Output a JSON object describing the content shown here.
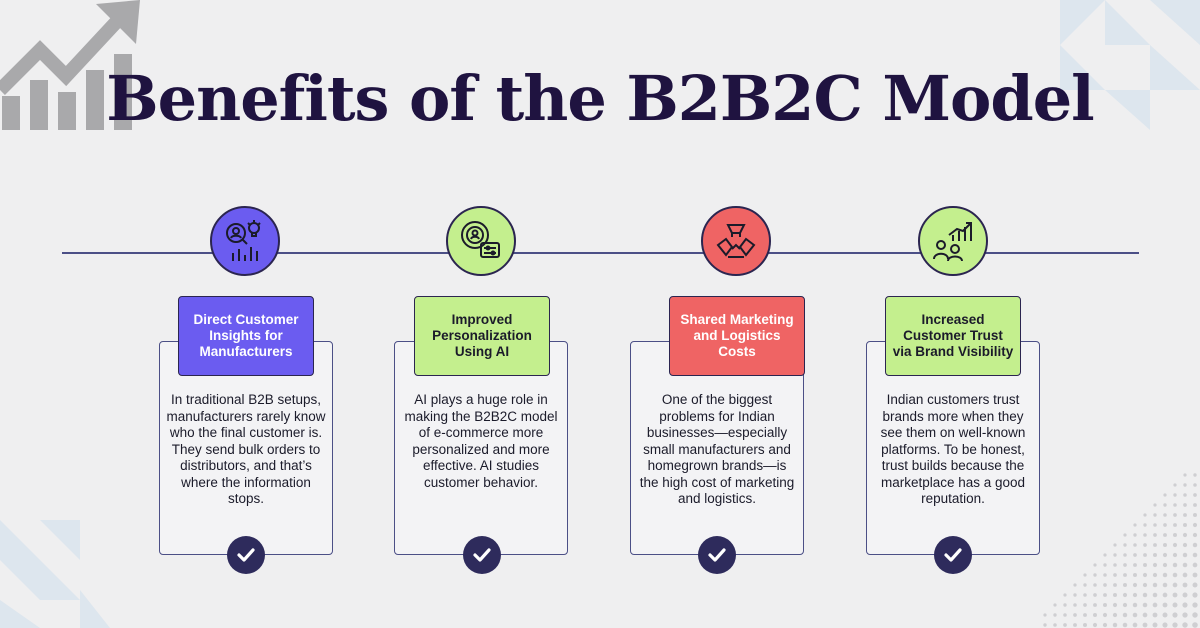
{
  "title": "Benefits of the B2B2C Model",
  "colors": {
    "title": "#1f1340",
    "line": "#4b4f86",
    "purple": "#6b5cf0",
    "green": "#c4ef8e",
    "red": "#ef6464",
    "check": "#2e2b5c"
  },
  "benefits": [
    {
      "label": "Direct Customer Insights for Manufacturers",
      "text": "In traditional B2B setups, manufacturers rarely know who the final customer is. They send bulk orders to distributors, and that’s where the information stops.",
      "icon": "customer-insights-icon",
      "color": "#6b5cf0",
      "label_text_color": "#ffffff"
    },
    {
      "label": "Improved Personalization Using AI",
      "text": "AI plays a huge role in making the B2B2C model of e-commerce more personalized and more effective. AI studies customer behavior.",
      "icon": "ai-personalization-icon",
      "color": "#c4ef8e",
      "label_text_color": "#1b1b2a"
    },
    {
      "label": "Shared Marketing and Logistics Costs",
      "text": "One of the biggest problems for Indian businesses—especially small manufacturers and homegrown brands—is the high cost of marketing and logistics.",
      "icon": "shared-costs-icon",
      "color": "#ef6464",
      "label_text_color": "#ffffff"
    },
    {
      "label": "Increased Customer Trust via Brand Visibility",
      "text": "Indian customers trust brands more when they see them on well-known platforms. To be honest, trust builds because the marketplace has a good reputation.",
      "icon": "customer-trust-icon",
      "color": "#c4ef8e",
      "label_text_color": "#1b1b2a"
    }
  ]
}
